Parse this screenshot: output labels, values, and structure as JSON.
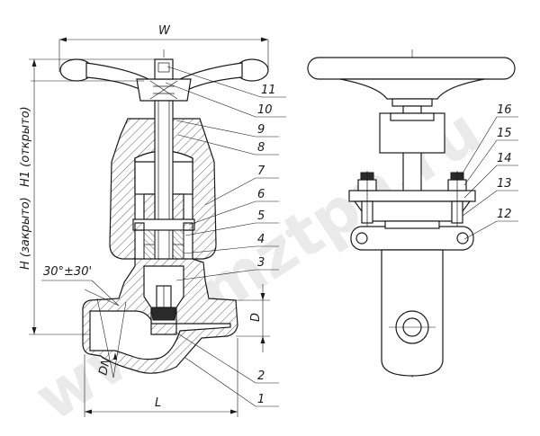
{
  "watermark": "www.mztpa.ru",
  "dimensions": {
    "width": "W",
    "height_open": "H1 (открыто)",
    "height_closed": "H (закрыто)",
    "length": "L",
    "bore": "D",
    "nominal": "DN",
    "angle": "30°±30'"
  },
  "callouts": {
    "c1": "1",
    "c2": "2",
    "c3": "3",
    "c4": "4",
    "c5": "5",
    "c6": "6",
    "c7": "7",
    "c8": "8",
    "c9": "9",
    "c10": "10",
    "c11": "11",
    "c12": "12",
    "c13": "13",
    "c14": "14",
    "c15": "15",
    "c16": "16"
  }
}
